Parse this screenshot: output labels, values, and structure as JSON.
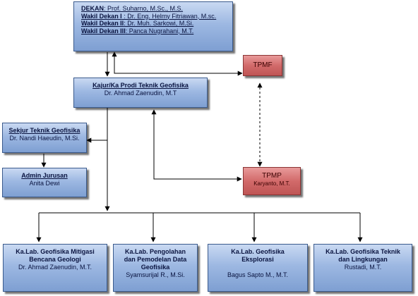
{
  "dekan": {
    "lines": [
      {
        "role": "DEKAN",
        "name": ": Prof. Suharno, M.Sc., M.S."
      },
      {
        "role": "Wakil Dekan I",
        "name": " : Dr. Eng. Helmy Fitriawan, M.sc."
      },
      {
        "role": "Wakil Dekan II",
        "name": ": Dr. Muh. Sarkowi, M.Si."
      },
      {
        "role": "Wakil Dekan III",
        "name": ": Panca Nugrahani, M.T."
      }
    ]
  },
  "tpmf": {
    "label": "TPMF"
  },
  "tpmp": {
    "label": "TPMP",
    "name": "Karyanto, M.T."
  },
  "kajur": {
    "title": "Kajur/Ka Prodi Teknik Geofisika",
    "name": "Dr. Ahmad Zaenudin, M.T"
  },
  "sekjur": {
    "title": "Sekjur Teknik Geofisika",
    "name": "Dr. Nandi Haeudin, M.Si."
  },
  "admin": {
    "title": "Admin Jurusan",
    "name": "Anita Dewi"
  },
  "labs": [
    {
      "title": [
        "Ka.Lab. Geofisika Mitigasi",
        "Bencana Geologi"
      ],
      "name": "Dr. Ahmad Zaenudin, M.T."
    },
    {
      "title": [
        "Ka.Lab. Pengolahan",
        "dan Pemodelan  Data",
        "Geofisika"
      ],
      "name": "Syamsurijal R., M.Si."
    },
    {
      "title": [
        "Ka.Lab. Geofisika",
        "Eksplorasi"
      ],
      "name": "Bagus Sapto M., M.T."
    },
    {
      "title": [
        "Ka.Lab.  Geofisika Teknik",
        "dan Lingkungan"
      ],
      "name": "Rustadi, M.T."
    }
  ]
}
